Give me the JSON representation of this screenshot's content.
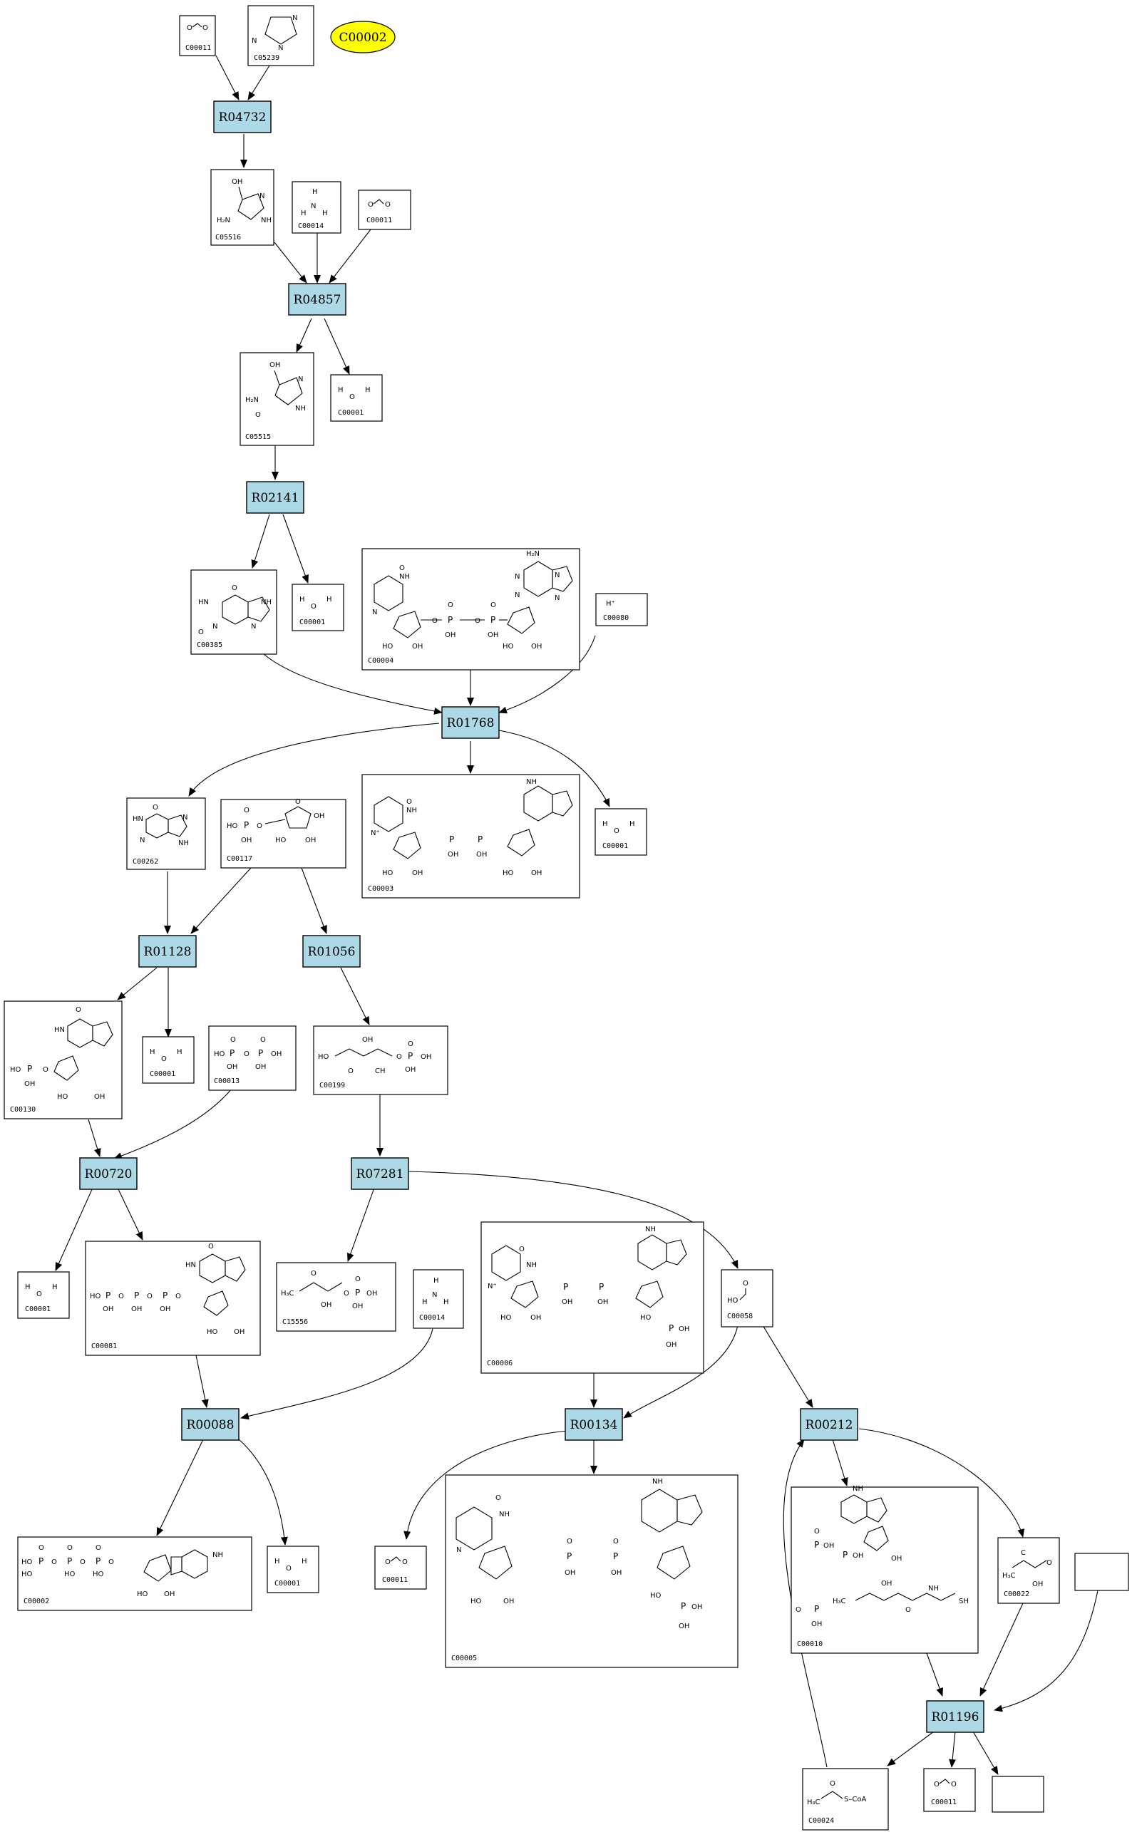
{
  "start_node": {
    "label": "C00002",
    "color": "#ffff00"
  },
  "colors": {
    "reaction_fill": "#add8e6",
    "compound_fill": "#ffffff",
    "start_fill": "#ffff00"
  },
  "reactions": {
    "R04732": "R04732",
    "R04857": "R04857",
    "R02141": "R02141",
    "R01768": "R01768",
    "R01128": "R01128",
    "R01056": "R01056",
    "R00720": "R00720",
    "R07281": "R07281",
    "R00088": "R00088",
    "R00134": "R00134",
    "R00212": "R00212",
    "R01196": "R01196"
  },
  "compounds": {
    "c_C00011_a": "C00011",
    "c_C05239": "C05239",
    "c_C05516": "C05516",
    "c_C00014_a": "C00014",
    "c_C00011_b": "C00011",
    "c_C05515": "C05515",
    "c_C00001_a": "C00001",
    "c_C00385": "C00385",
    "c_C00001_b": "C00001",
    "c_C00004": "C00004",
    "c_C00080": "C00080",
    "c_C00262": "C00262",
    "c_C00117": "C00117",
    "c_C00003": "C00003",
    "c_C00001_c": "C00001",
    "c_C00130": "C00130",
    "c_C00001_d": "C00001",
    "c_C00013": "C00013",
    "c_C00199": "C00199",
    "c_C00001_e": "C00001",
    "c_C00081": "C00081",
    "c_C15556": "C15556",
    "c_C00014_b": "C00014",
    "c_C00006": "C00006",
    "c_C00058": "C00058",
    "c_C00002": "C00002",
    "c_C00001_f": "C00001",
    "c_C00011_c": "C00011",
    "c_C00005": "C00005",
    "c_C00010": "C00010",
    "c_C00022": "C00022",
    "c_C00024": "C00024",
    "c_C00011_d": "C00011"
  },
  "atoms": {
    "O": "O",
    "N": "N",
    "NH": "NH",
    "NH2": "NH",
    "OH": "OH",
    "HO": "HO",
    "H": "H",
    "P": "P",
    "Hplus": "H⁺",
    "H2N": "H₂N",
    "CoA": "S–CoA",
    "H3C": "H₃C",
    "SH": "SH",
    "CH": "CH",
    "C": "C",
    "N_plus": "N⁺",
    "sub2": "2",
    "HN": "HN"
  }
}
